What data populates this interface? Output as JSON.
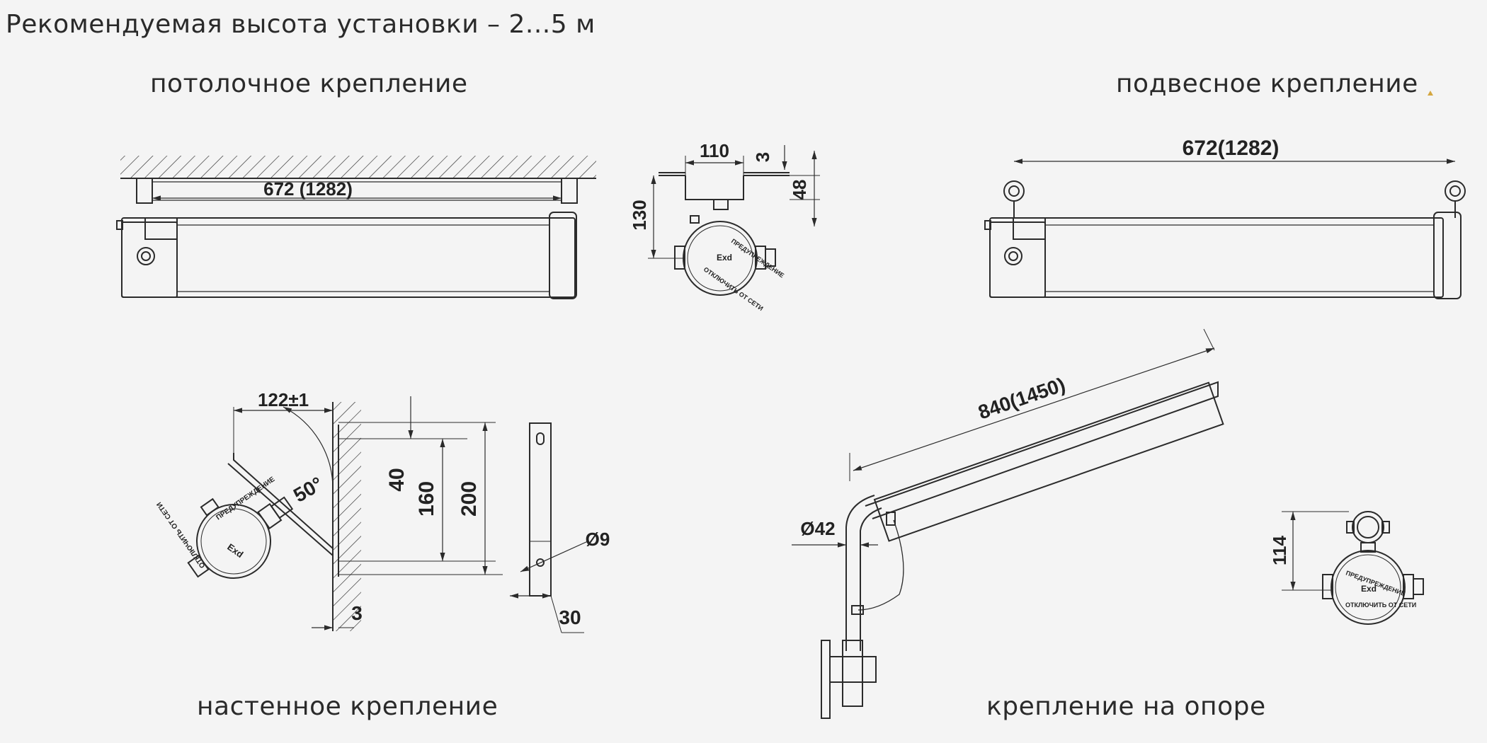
{
  "title": "Рекомендуемая высота установки – 2...5 м",
  "captions": {
    "ceiling": "потолочное крепление",
    "hanging": "подвесное крепление",
    "wall": "настенное крепление",
    "pole": "крепление на опоре"
  },
  "dims": {
    "ceiling_length": "672 (1282)",
    "bracket_width": "110",
    "bracket_thickness": "3",
    "bracket_height": "48",
    "end_height": "130",
    "hanging_length": "672(1282)",
    "wall_offset": "122±1",
    "wall_angle": "50°",
    "wall_h1": "40",
    "wall_h2": "160",
    "wall_h3": "200",
    "wall_thickness": "3",
    "hole_diameter": "Ø9",
    "strip_width": "30",
    "pole_length": "840(1450)",
    "pole_diameter": "Ø42",
    "pole_end_height": "114"
  },
  "plate": {
    "warning": "ПРЕДУПРЕЖДЕНИЕ",
    "text": "ОТКЛЮЧИТЬ ОТ СЕТИ",
    "mark": "Exd"
  },
  "colors": {
    "line": "#2b2b2b",
    "background": "#f4f4f4",
    "accent": "#d4a640"
  }
}
